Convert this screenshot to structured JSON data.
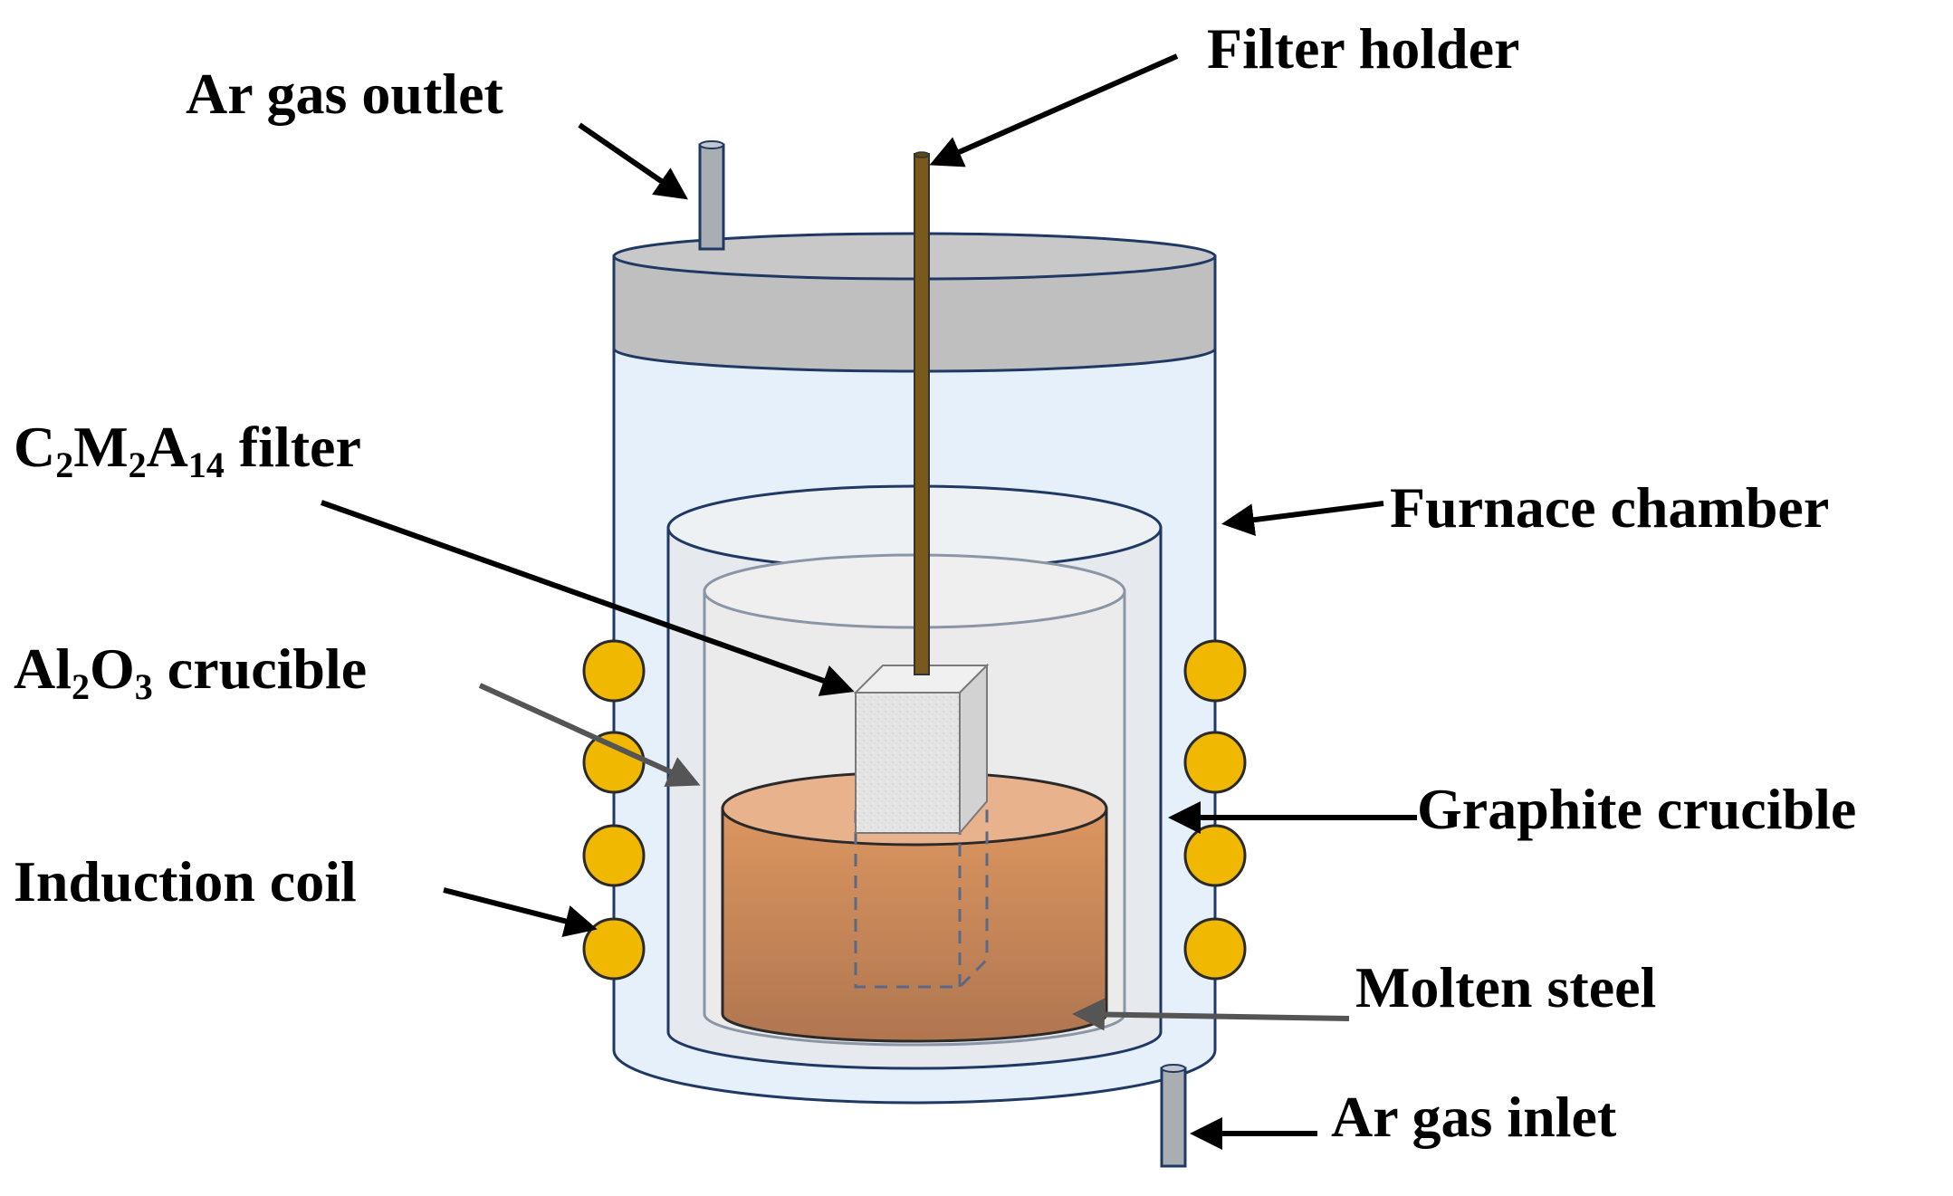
{
  "labels": {
    "ar_gas_outlet": "Ar gas outlet",
    "filter_holder": "Filter holder",
    "filter": {
      "c": "C",
      "c_sub": "2",
      "m": "M",
      "m_sub": "2",
      "a": "A",
      "a_sub": "14",
      "suffix": " filter"
    },
    "furnace_chamber": "Furnace chamber",
    "alumina_crucible": {
      "al": "Al",
      "al_sub": "2",
      "o": "O",
      "o_sub": "3",
      "suffix": " crucible"
    },
    "graphite_crucible": "Graphite crucible",
    "induction_coil": "Induction coil",
    "molten_steel": "Molten steel",
    "ar_gas_inlet": "Ar gas inlet"
  },
  "colors": {
    "chamber_fill": "#e6f0fa",
    "chamber_stroke": "#1f3864",
    "lid_fill": "#c0c0c0",
    "graphite_fill": "#e4e8ec",
    "alumina_fill": "#ebebeb",
    "steel_top": "#e8b08a",
    "steel_body": "#d88a58",
    "steel_bottom": "#b07650",
    "coil_fill": "#f0b800",
    "coil_stroke": "#2a2a2a",
    "rod_fill": "#7a5a1a",
    "filter_fill": "#e2e2e2",
    "pipe_fill": "#a8aeb4",
    "arrow_color": "#000000"
  }
}
